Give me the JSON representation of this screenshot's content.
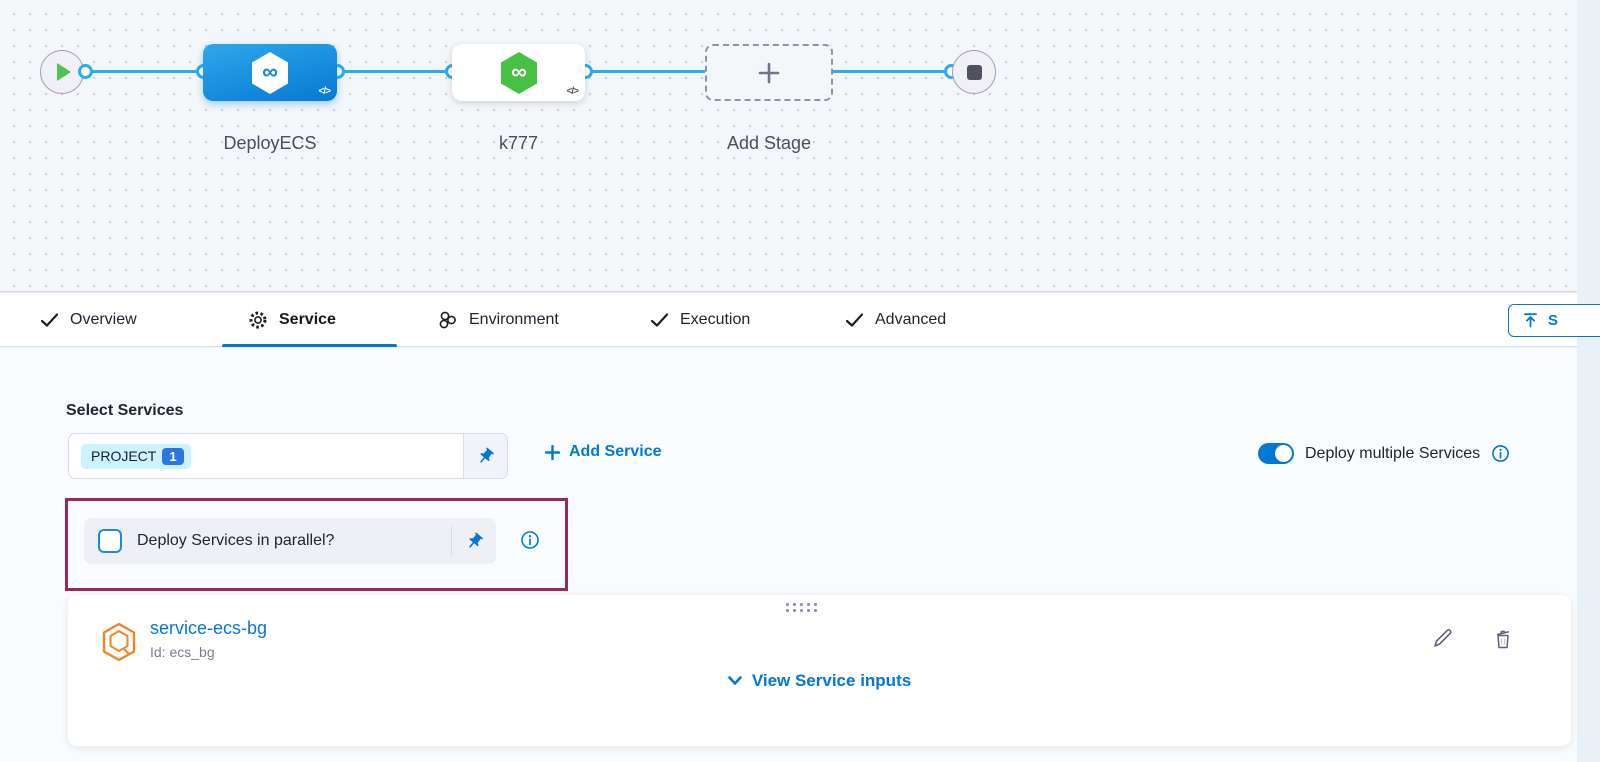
{
  "pipeline": {
    "stages": [
      {
        "name": "DeployECS",
        "type": "deploy",
        "icon": "harness-pipeline-icon"
      },
      {
        "name": "k777",
        "type": "deploy",
        "icon": "harness-pipeline-icon"
      }
    ],
    "add_stage_label": "Add Stage",
    "start_node": "play-icon",
    "end_node": "stop-icon"
  },
  "tabs": {
    "items": [
      {
        "label": "Overview",
        "icon": "check-icon"
      },
      {
        "label": "Service",
        "icon": "gear-icon"
      },
      {
        "label": "Environment",
        "icon": "environment-cluster-icon"
      },
      {
        "label": "Execution",
        "icon": "check-icon"
      },
      {
        "label": "Advanced",
        "icon": "check-icon"
      }
    ],
    "active": "Service"
  },
  "toolbar": {
    "save_label": "S"
  },
  "service_section": {
    "select_services_label": "Select Services",
    "selected_tag": {
      "label": "PROJECT",
      "count": "1"
    },
    "add_service_label": "Add Service",
    "deploy_multiple_label": "Deploy multiple Services",
    "deploy_multiple_on": true,
    "parallel_checkbox_label": "Deploy Services in parallel?",
    "parallel_checkbox_checked": false,
    "service_card": {
      "name": "service-ecs-bg",
      "id": "Id: ecs_bg",
      "view_inputs_label": "View Service inputs"
    }
  },
  "colors": {
    "accent": "#0278d5",
    "connector": "#29adf0",
    "highlight_border": "#97295b",
    "tag_bg": "#cdf3fe",
    "stage_gradient": [
      "#2fa7ea",
      "#0679d3"
    ],
    "green_node": "#47c043",
    "play_green": "#53c058"
  }
}
